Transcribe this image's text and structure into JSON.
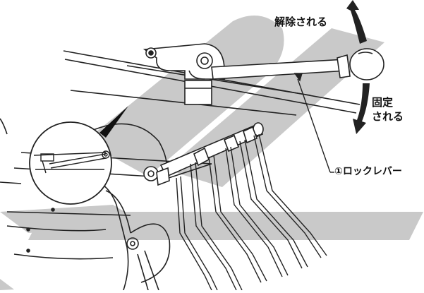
{
  "labels": {
    "release": "解除される",
    "lock_line1": "固定",
    "lock_line2": "される",
    "lock_lever": "①ロックレバー"
  }
}
